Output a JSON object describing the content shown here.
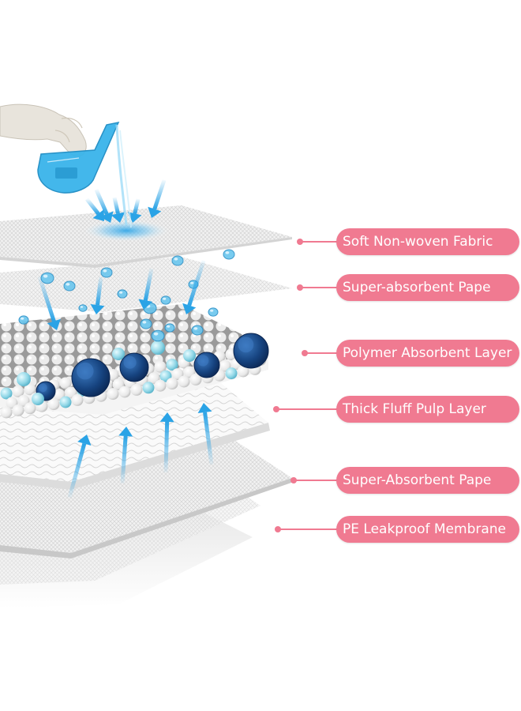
{
  "colors": {
    "label_pink": "#f07a91",
    "arrow_blue": "#2aa3e6",
    "bead_dark": "#16437f",
    "bead_light": "#8fd6e6",
    "liquid_blue": "#4fc3f2"
  },
  "icons": [
    "gloved-hand-icon",
    "beaker-icon",
    "down-arrow-icon",
    "up-arrow-icon"
  ],
  "layers": [
    {
      "id": "soft-non-woven-fabric",
      "label": "Soft Non-woven Fabric"
    },
    {
      "id": "super-absorbent-paper-top",
      "label": "Super-absorbent Pape"
    },
    {
      "id": "polymer-absorbent-layer",
      "label": "Polymer Absorbent Layer"
    },
    {
      "id": "thick-fluff-pulp-layer",
      "label": "Thick Fluff Pulp Layer"
    },
    {
      "id": "super-absorbent-paper-bottom",
      "label": "Super-Absorbent Pape"
    },
    {
      "id": "pe-leakproof-membrane",
      "label": "PE Leakproof Membrane"
    }
  ]
}
